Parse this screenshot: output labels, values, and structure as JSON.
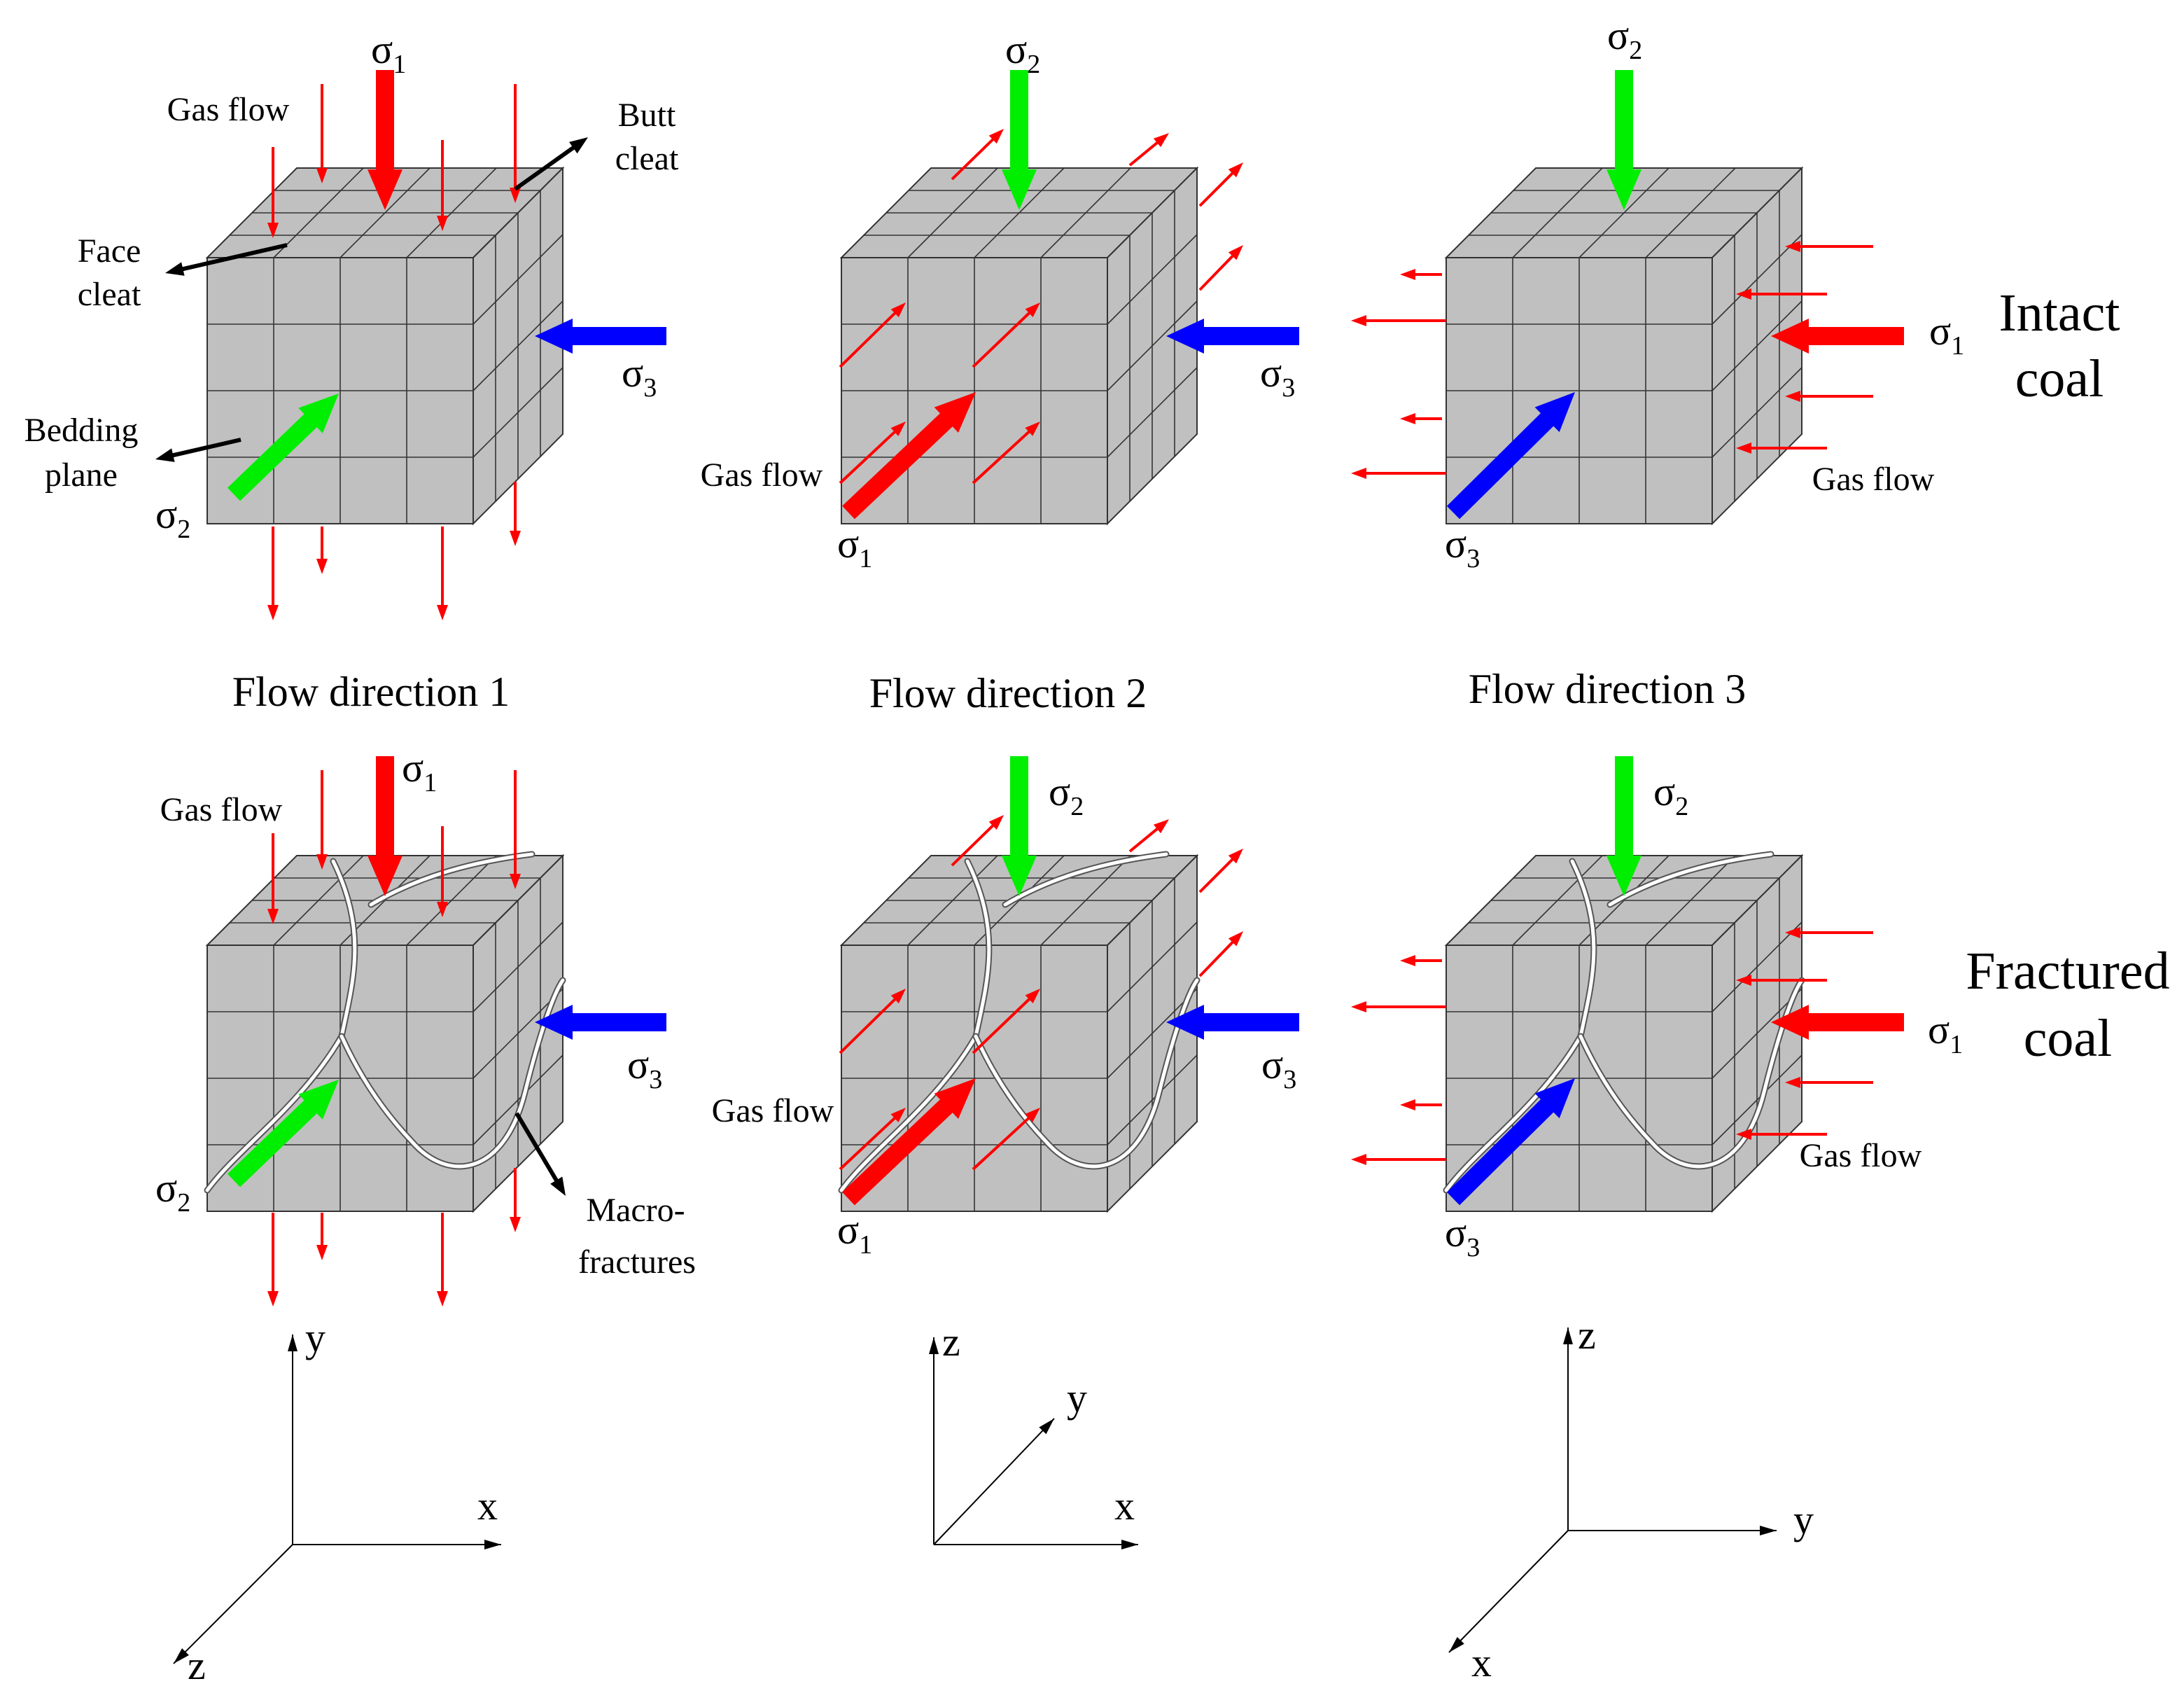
{
  "captions": {
    "flow1": "Flow direction 1",
    "flow2": "Flow direction 2",
    "flow3": "Flow direction 3"
  },
  "rows": {
    "intact_line1": "Intact",
    "intact_line2": "coal",
    "fractured_line1": "Fractured",
    "fractured_line2": "coal"
  },
  "labels": {
    "gas_flow": "Gas flow",
    "face_cleat_1": "Face",
    "face_cleat_2": "cleat",
    "butt_cleat_1": "Butt",
    "butt_cleat_2": "cleat",
    "bedding_1": "Bedding",
    "bedding_2": "plane",
    "macro_1": "Macro-",
    "macro_2": "fractures"
  },
  "stress": {
    "symbol": "σ",
    "s1": "1",
    "s2": "2",
    "s3": "3"
  },
  "axes": {
    "d1": {
      "up": "y",
      "right": "x",
      "diag": "z"
    },
    "d2": {
      "up": "z",
      "right": "x",
      "diag": "y"
    },
    "d3": {
      "up": "z",
      "right": "y",
      "diag": "x"
    }
  },
  "colors": {
    "cube_face": "#c0c0c0",
    "cube_line": "#333333",
    "sigma1": "#ff0000",
    "sigma2": "#00ee00",
    "sigma3": "#0000ff",
    "gas_flow": "#ff0000",
    "feature_arrow": "#000000"
  }
}
